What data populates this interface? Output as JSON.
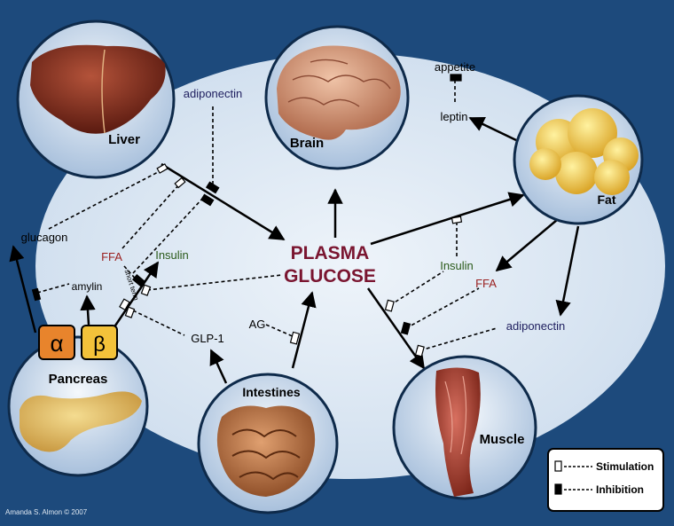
{
  "organs": {
    "liver": "Liver",
    "brain": "Brain",
    "fat": "Fat",
    "pancreas": "Pancreas",
    "intestines": "Intestines",
    "muscle": "Muscle"
  },
  "center": {
    "line1": "PLASMA",
    "line2": "GLUCOSE"
  },
  "labels": {
    "adiponectin_top": "adiponectin",
    "appetite": "appetite",
    "leptin": "leptin",
    "glucagon": "glucagon",
    "ffa_left": "FFA",
    "insulin_left": "Insulin",
    "amylin": "amylin",
    "short_term": "short term",
    "glp1": "GLP-1",
    "ag": "AG",
    "insulin_right": "Insulin",
    "ffa_right": "FFA",
    "adiponectin_right": "adiponectin"
  },
  "cells": {
    "alpha": "α",
    "beta": "β"
  },
  "legend": {
    "stimulation": "Stimulation",
    "inhibition": "Inhibition"
  },
  "credit": "Amanda S. Almon © 2007",
  "colors": {
    "background": "#1d4a7c",
    "ellipse": "#dce8f4",
    "glucose": "#7a1530",
    "insulin": "#2a5a1a",
    "ffa": "#9a2020",
    "adiponectin": "#202060",
    "alpha_cell": "#e8842c",
    "beta_cell": "#f3c23a"
  }
}
